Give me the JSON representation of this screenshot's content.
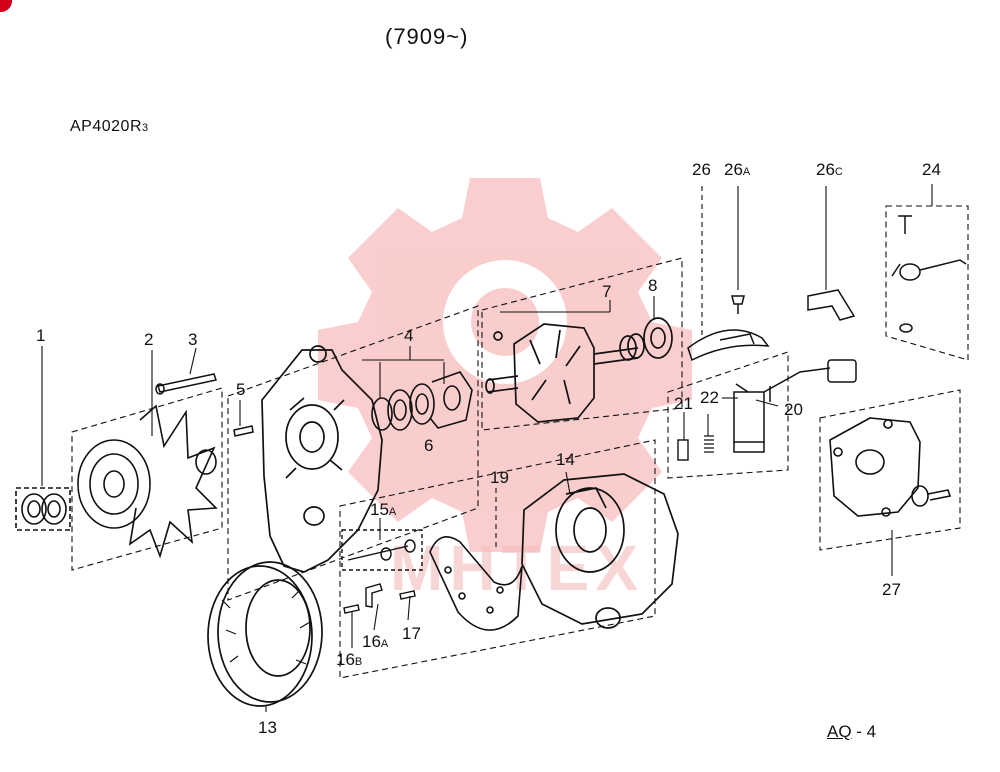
{
  "header": {
    "title": "(7909~)",
    "model_prefix": "AP4020R",
    "model_sub": "3"
  },
  "footer": {
    "page_ref_main": "AQ",
    "page_ref_sep": " - ",
    "page_ref_num": "4"
  },
  "watermark": {
    "text": "MHTEX",
    "color": "#f6a6a6"
  },
  "accent": "#d4001a",
  "parts": [
    {
      "id": "1",
      "main": "1",
      "sub": ""
    },
    {
      "id": "2",
      "main": "2",
      "sub": ""
    },
    {
      "id": "3",
      "main": "3",
      "sub": ""
    },
    {
      "id": "4",
      "main": "4",
      "sub": ""
    },
    {
      "id": "5",
      "main": "5",
      "sub": ""
    },
    {
      "id": "6",
      "main": "6",
      "sub": ""
    },
    {
      "id": "7",
      "main": "7",
      "sub": ""
    },
    {
      "id": "8",
      "main": "8",
      "sub": ""
    },
    {
      "id": "13",
      "main": "13",
      "sub": ""
    },
    {
      "id": "14",
      "main": "14",
      "sub": ""
    },
    {
      "id": "15a",
      "main": "15",
      "sub": "A"
    },
    {
      "id": "16a",
      "main": "16",
      "sub": "A"
    },
    {
      "id": "16b",
      "main": "16",
      "sub": "B"
    },
    {
      "id": "17",
      "main": "17",
      "sub": ""
    },
    {
      "id": "19",
      "main": "19",
      "sub": ""
    },
    {
      "id": "20",
      "main": "20",
      "sub": ""
    },
    {
      "id": "21",
      "main": "21",
      "sub": ""
    },
    {
      "id": "22",
      "main": "22",
      "sub": ""
    },
    {
      "id": "24",
      "main": "24",
      "sub": ""
    },
    {
      "id": "26",
      "main": "26",
      "sub": ""
    },
    {
      "id": "26a",
      "main": "26",
      "sub": "A"
    },
    {
      "id": "26c",
      "main": "26",
      "sub": "C"
    },
    {
      "id": "27",
      "main": "27",
      "sub": ""
    }
  ]
}
